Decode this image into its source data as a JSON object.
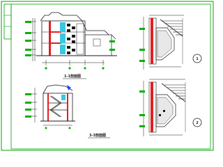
{
  "drawing": {
    "view_titles": {
      "section_1": "1-1剖面图",
      "section_3": "3-3剖面图"
    },
    "detail_markers": {
      "upper": "1",
      "lower": "2"
    },
    "colors": {
      "background": "#ffffff",
      "frame": "#00a000",
      "linework": "#1a1a1a",
      "cyan_fill": "#38c8e0",
      "red_dim": "#e02020",
      "green_text": "#00b000",
      "blue_accent": "#2040ff"
    }
  }
}
